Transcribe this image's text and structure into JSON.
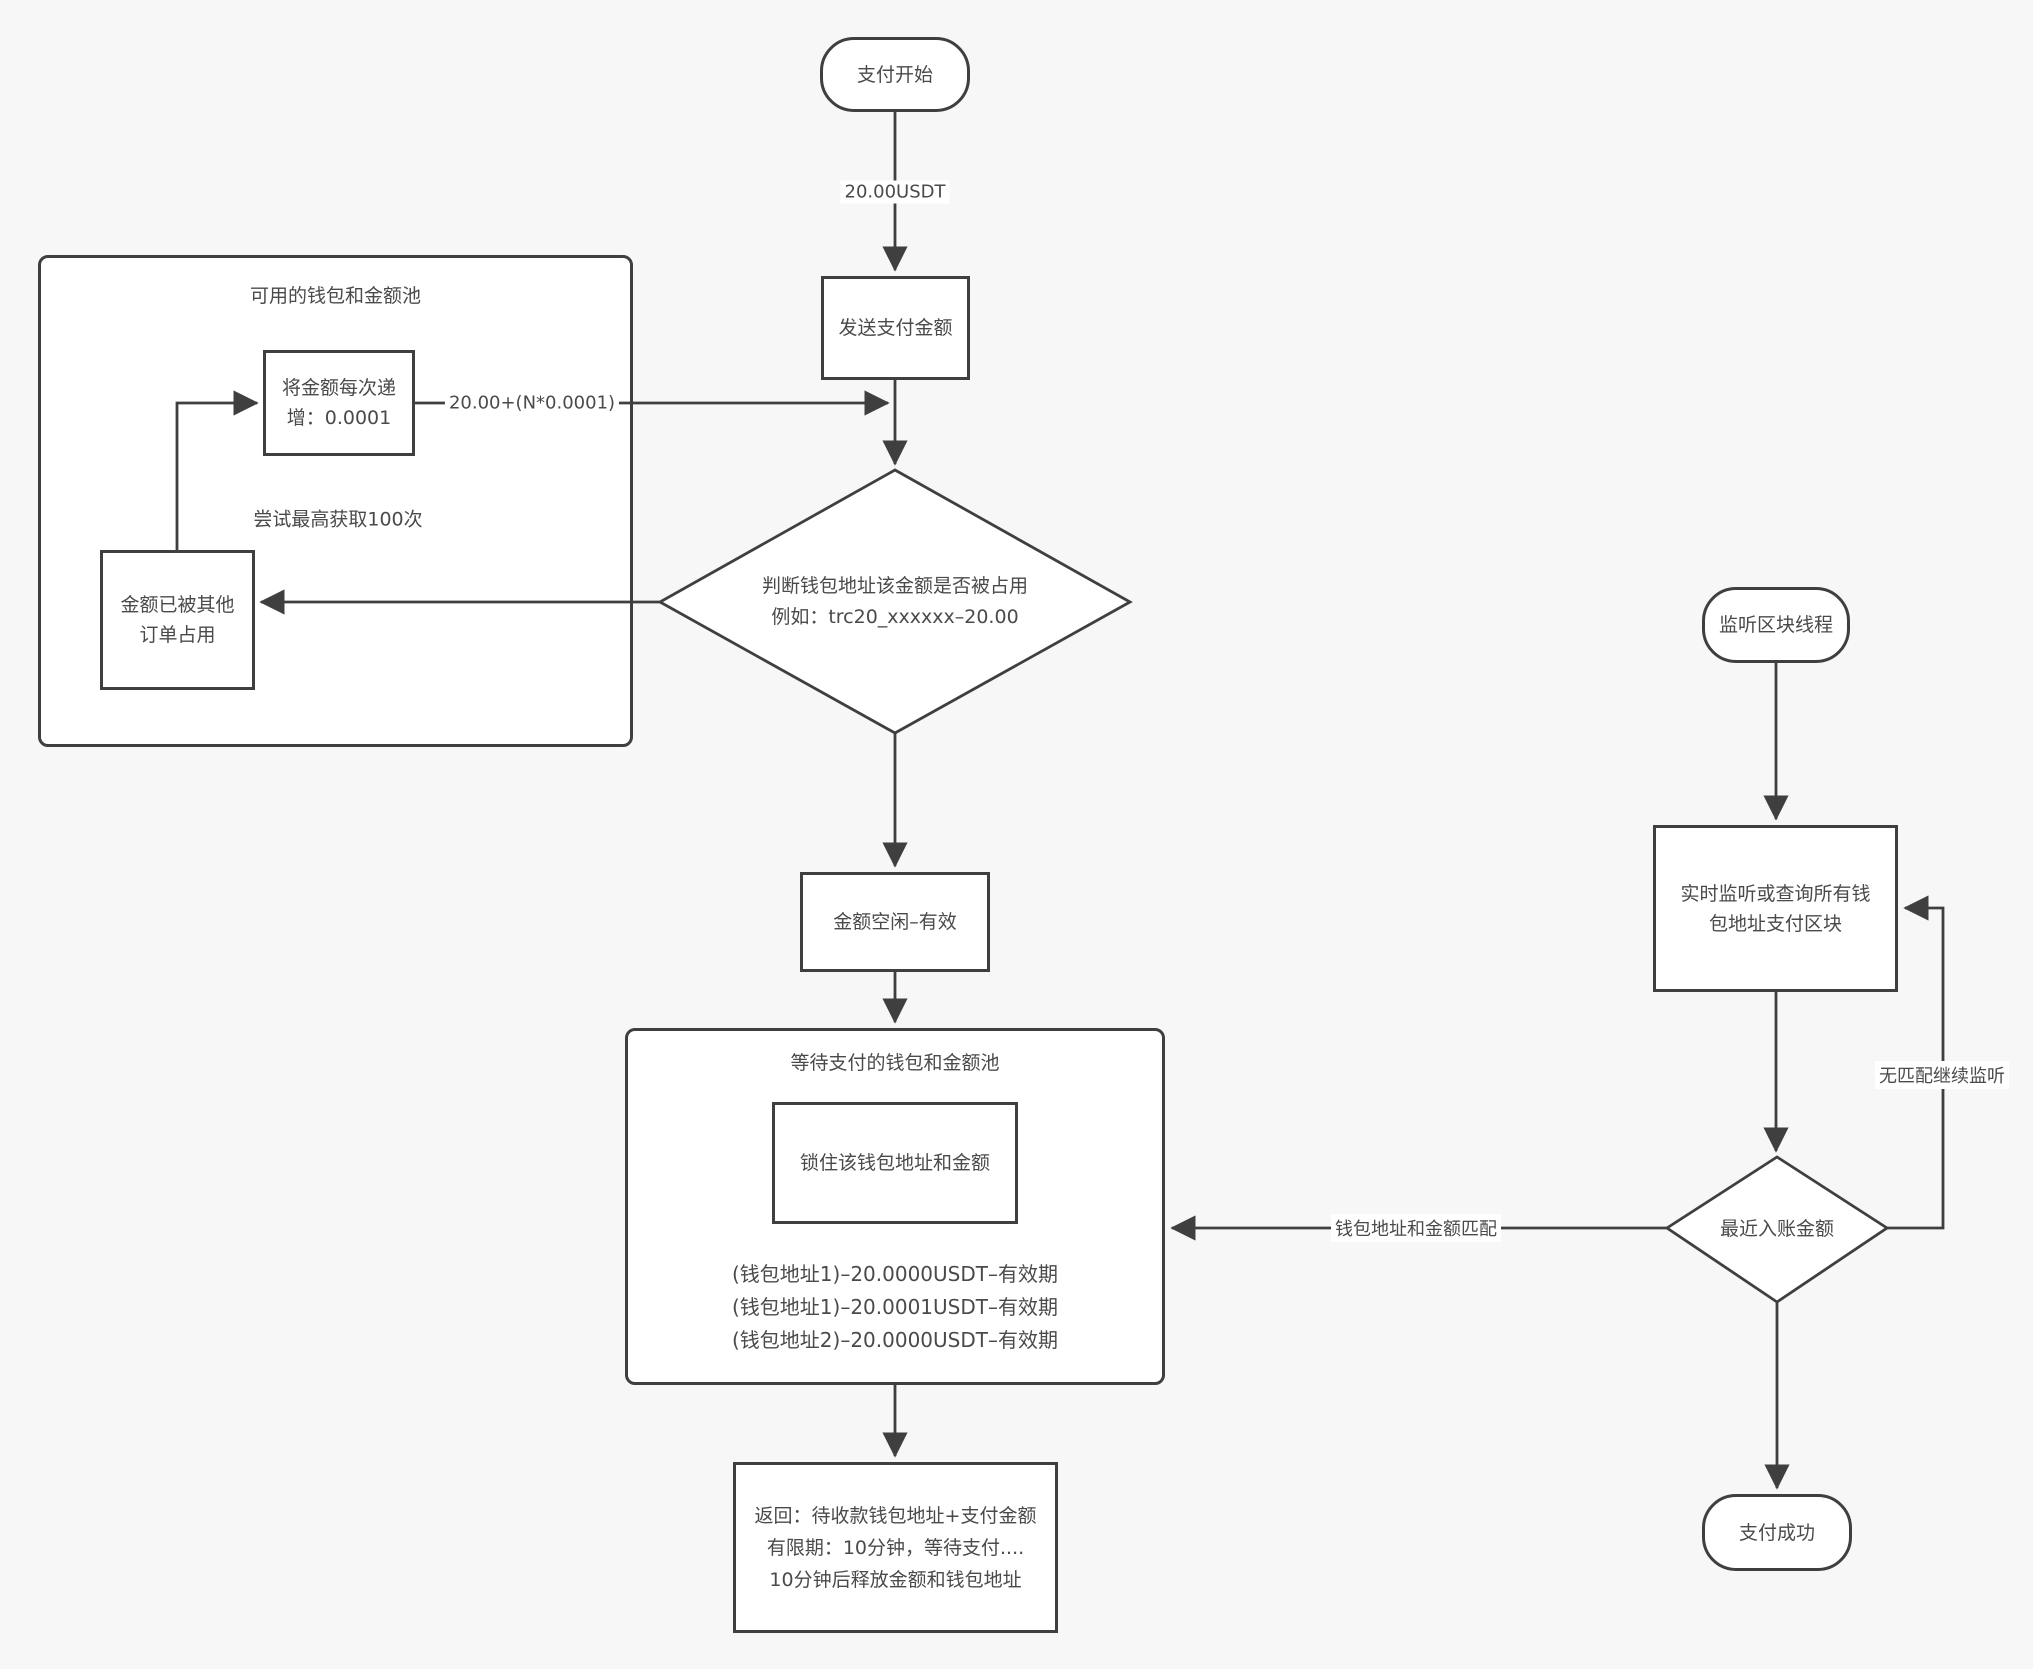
{
  "canvas": {
    "background": "#f7f7f7",
    "stroke_color": "#3f3f3f",
    "text_color": "#4a4a4a",
    "node_fill": "#ffffff"
  },
  "nodes": {
    "start": {
      "label": "支付开始"
    },
    "send_amount": {
      "label": "发送支付金额"
    },
    "available_pool": {
      "title": "可用的钱包和金额池"
    },
    "increment": {
      "line1": "将金额每次递",
      "line2": "增：0.0001"
    },
    "retry_hint": {
      "label": "尝试最高获取100次"
    },
    "occupied": {
      "line1": "金额已被其他",
      "line2": "订单占用"
    },
    "check_diamond": {
      "line1": "判断钱包地址该金额是否被占用",
      "line2": "例如：trc20_xxxxxx–20.00"
    },
    "amount_free": {
      "label": "金额空闲–有效"
    },
    "waiting_pool": {
      "title": "等待支付的钱包和金额池"
    },
    "lock_box": {
      "label": "锁住该钱包地址和金额"
    },
    "pool_items": [
      "(钱包地址1)–20.0000USDT–有效期",
      "(钱包地址1)–20.0001USDT–有效期",
      "(钱包地址2)–20.0000USDT–有效期"
    ],
    "return_box": {
      "line1": "返回：待收款钱包地址+支付金额",
      "line2": "有限期：10分钟，等待支付....",
      "line3": "10分钟后释放金额和钱包地址"
    },
    "listen_thread": {
      "label": "监听区块线程"
    },
    "watch_box": {
      "line1": "实时监听或查询所有钱",
      "line2": "包地址支付区块"
    },
    "recent_diamond": {
      "label": "最近入账金额"
    },
    "success": {
      "label": "支付成功"
    }
  },
  "edge_labels": {
    "amount": "20.00USDT",
    "increment_formula": "20.00+(N*0.0001)",
    "match": "钱包地址和金额匹配",
    "no_match": "无匹配继续监听"
  }
}
